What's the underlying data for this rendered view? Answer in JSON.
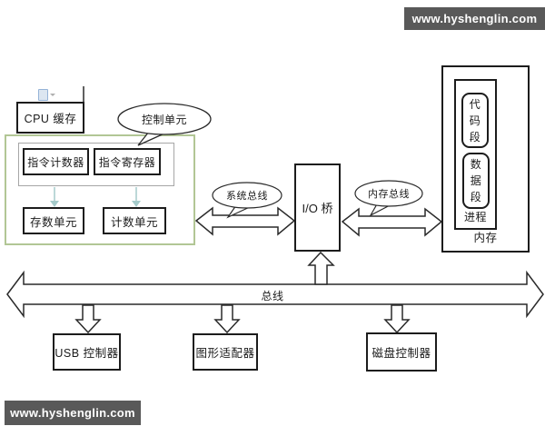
{
  "watermark": {
    "top_right": "www.hyshenglin.com",
    "bottom_left": "www.hyshenglin.com"
  },
  "cpu": {
    "cache_label": "CPU 缓存",
    "control_unit_label": "控制单元",
    "instruction_counter": "指令计数器",
    "instruction_register": "指令寄存器",
    "store_unit": "存数单元",
    "count_unit": "计数单元"
  },
  "buses": {
    "system_bus": "系统总线",
    "memory_bus": "内存总线",
    "main_bus": "总线"
  },
  "io_bridge": {
    "label": "I/O 桥"
  },
  "memory": {
    "label": "内存",
    "process_label": "进程",
    "code_segment": "代码段",
    "data_segment": "数据段"
  },
  "devices": [
    {
      "label": "USB 控制器"
    },
    {
      "label": "图形适配器"
    },
    {
      "label": "磁盘控制器"
    }
  ],
  "colors": {
    "watermark_bg": "#595959",
    "green_border": "#b2c695",
    "flow_arrow_blue": "#a5cbcb",
    "line_black": "#2a2a2a"
  }
}
